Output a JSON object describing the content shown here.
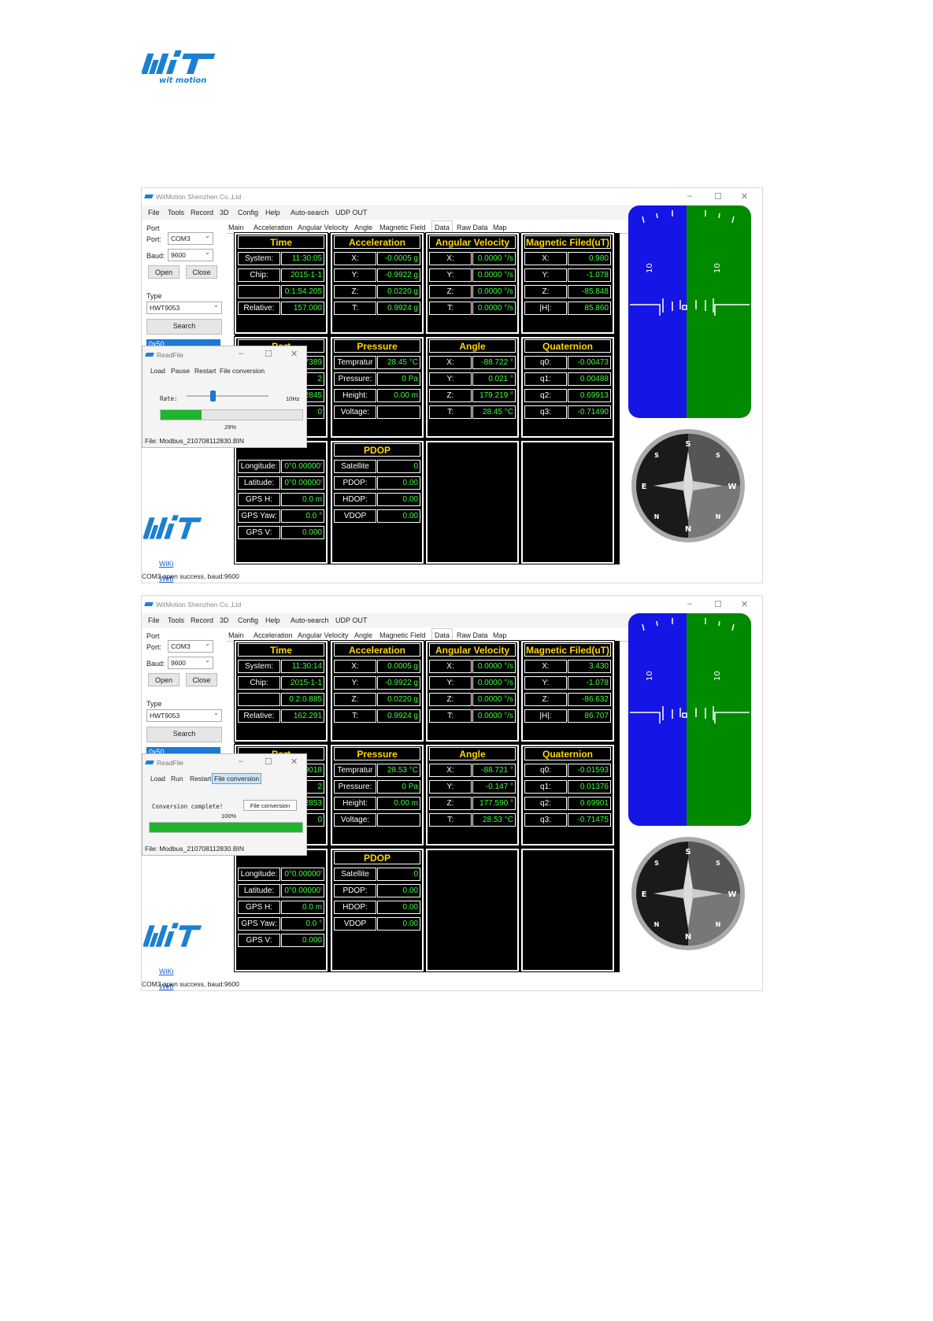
{
  "brand_caption": "wit motion",
  "screenshots": [
    {
      "title": "WitMotion Shenzhen Co.,Ltd",
      "menu": [
        "File",
        "Tools",
        "Record",
        "3D",
        "Config",
        "Help",
        "Auto-search",
        "UDP OUT"
      ],
      "port_label": "Port",
      "port_field_label": "Port:",
      "port_value": "COM3",
      "baud_label": "Baud:",
      "baud_value": "9600",
      "open_label": "Open",
      "close_label": "Close",
      "type_label": "Type",
      "type_value": "HWT9053",
      "search_label": "Search",
      "address": "0x50",
      "wiki": "WiKi",
      "web": "Web",
      "tabs": [
        "Main",
        "Acceleration",
        "Angular Velocity",
        "Angle",
        "Magnetic Field",
        "Data",
        "Raw Data",
        "Map"
      ],
      "time": {
        "title": "Time",
        "rows": [
          [
            "System:",
            "11:30:05"
          ],
          [
            "Chip:",
            "2015-1-1"
          ],
          [
            "",
            "0:1:54.205"
          ],
          [
            "Relative:",
            "157.000"
          ]
        ]
      },
      "acceleration": {
        "title": "Acceleration",
        "rows": [
          [
            "X:",
            "-0.0005 g"
          ],
          [
            "Y:",
            "-0.9922 g"
          ],
          [
            "Z:",
            "0.0220 g"
          ],
          [
            "T:",
            "0.9924 g"
          ]
        ]
      },
      "angular_velocity": {
        "title": "Angular Velocity",
        "rows": [
          [
            "X:",
            "0.0000 °/s"
          ],
          [
            "Y:",
            "0.0000 °/s"
          ],
          [
            "Z:",
            "0.0000 °/s"
          ],
          [
            "T:",
            "0.0000 °/s"
          ]
        ]
      },
      "magnetic": {
        "title": "Magnetic Filed(uT)",
        "rows": [
          [
            "X:",
            "0.980"
          ],
          [
            "Y:",
            "-1.078"
          ],
          [
            "Z:",
            "-85.848"
          ],
          [
            "|H|:",
            "85.860"
          ]
        ]
      },
      "port_panel": {
        "title": "Port",
        "rows": [
          [
            "",
            "7389"
          ],
          [
            "",
            "2"
          ],
          [
            "",
            "2845"
          ],
          [
            "",
            "0"
          ]
        ]
      },
      "pressure": {
        "title": "Pressure",
        "rows": [
          [
            "Tempratur",
            "28.45 °C"
          ],
          [
            "Pressure:",
            "0 Pa"
          ],
          [
            "Height:",
            "0.00 m"
          ],
          [
            "Voltage:",
            ""
          ]
        ]
      },
      "angle": {
        "title": "Angle",
        "rows": [
          [
            "X:",
            "-88.722 °"
          ],
          [
            "Y:",
            "0.021 °"
          ],
          [
            "Z:",
            "179.219 °"
          ],
          [
            "T:",
            "28.45 °C"
          ]
        ]
      },
      "quaternion": {
        "title": "Quaternion",
        "rows": [
          [
            "q0:",
            "-0.00473"
          ],
          [
            "q1:",
            "0.00488"
          ],
          [
            "q2:",
            "0.69913"
          ],
          [
            "q3:",
            "-0.71490"
          ]
        ]
      },
      "gps": {
        "rows": [
          [
            "Longitude:",
            "0°0.00000'"
          ],
          [
            "Latitude:",
            "0°0.00000'"
          ],
          [
            "GPS H:",
            "0.0 m"
          ],
          [
            "GPS Yaw:",
            "0.0 °"
          ],
          [
            "GPS V:",
            "0.000"
          ]
        ]
      },
      "pdop": {
        "title": "PDOP",
        "rows": [
          [
            "Satellite",
            "0"
          ],
          [
            "PDOP:",
            "0.00"
          ],
          [
            "HDOP:",
            "0.00"
          ],
          [
            "VDOP",
            "0.00"
          ]
        ]
      },
      "status": "COM3 open success, baud:9600",
      "readfile": {
        "title": "ReadFile",
        "menu": [
          "Load",
          "Pause",
          "Restart",
          "File conversion"
        ],
        "rate_label": "Rate:",
        "rate_value": "10Hz",
        "progress_text": "29%",
        "progress": 0.29,
        "file": "File:  Modbus_210708112830.BIN"
      }
    },
    {
      "title": "WitMotion Shenzhen Co.,Ltd",
      "menu": [
        "File",
        "Tools",
        "Record",
        "3D",
        "Config",
        "Help",
        "Auto-search",
        "UDP OUT"
      ],
      "port_label": "Port",
      "port_field_label": "Port:",
      "port_value": "COM3",
      "baud_label": "Baud:",
      "baud_value": "9600",
      "open_label": "Open",
      "close_label": "Close",
      "type_label": "Type",
      "type_value": "HWT9053",
      "search_label": "Search",
      "address": "0x50",
      "wiki": "WiKi",
      "web": "Web",
      "tabs": [
        "Main",
        "Acceleration",
        "Angular Velocity",
        "Angle",
        "Magnetic Field",
        "Data",
        "Raw Data",
        "Map"
      ],
      "time": {
        "title": "Time",
        "rows": [
          [
            "System:",
            "11:30:14"
          ],
          [
            "Chip:",
            "2015-1-1"
          ],
          [
            "",
            "0:2:0.885"
          ],
          [
            "Relative:",
            "162.291"
          ]
        ]
      },
      "acceleration": {
        "title": "Acceleration",
        "rows": [
          [
            "X:",
            "0.0005 g"
          ],
          [
            "Y:",
            "-0.9922 g"
          ],
          [
            "Z:",
            "0.0220 g"
          ],
          [
            "T:",
            "0.9924 g"
          ]
        ]
      },
      "angular_velocity": {
        "title": "Angular Velocity",
        "rows": [
          [
            "X:",
            "0.0000 °/s"
          ],
          [
            "Y:",
            "0.0000 °/s"
          ],
          [
            "Z:",
            "0.0000 °/s"
          ],
          [
            "T:",
            "0.0000 °/s"
          ]
        ]
      },
      "magnetic": {
        "title": "Magnetic Filed(uT)",
        "rows": [
          [
            "X:",
            "3.430"
          ],
          [
            "Y:",
            "-1.078"
          ],
          [
            "Z:",
            "-86.632"
          ],
          [
            "|H|:",
            "86.707"
          ]
        ]
      },
      "port_panel": {
        "title": "Port",
        "rows": [
          [
            "",
            "9018"
          ],
          [
            "",
            "2"
          ],
          [
            "",
            "2853"
          ],
          [
            "",
            "0"
          ]
        ]
      },
      "pressure": {
        "title": "Pressure",
        "rows": [
          [
            "Tempratur",
            "28.53 °C"
          ],
          [
            "Pressure:",
            "0 Pa"
          ],
          [
            "Height:",
            "0.00 m"
          ],
          [
            "Voltage:",
            ""
          ]
        ]
      },
      "angle": {
        "title": "Angle",
        "rows": [
          [
            "X:",
            "-88.721 °"
          ],
          [
            "Y:",
            "-0.147 °"
          ],
          [
            "Z:",
            "177.590 °"
          ],
          [
            "T:",
            "28.53 °C"
          ]
        ]
      },
      "quaternion": {
        "title": "Quaternion",
        "rows": [
          [
            "q0:",
            "-0.01593"
          ],
          [
            "q1:",
            "0.01376"
          ],
          [
            "q2:",
            "0.69901"
          ],
          [
            "q3:",
            "-0.71475"
          ]
        ]
      },
      "gps": {
        "rows": [
          [
            "Longitude:",
            "0°0.00000'"
          ],
          [
            "Latitude:",
            "0°0.00000'"
          ],
          [
            "GPS H:",
            "0.0 m"
          ],
          [
            "GPS Yaw:",
            "0.0 °"
          ],
          [
            "GPS V:",
            "0.000"
          ]
        ]
      },
      "pdop": {
        "title": "PDOP",
        "rows": [
          [
            "Satellite",
            "0"
          ],
          [
            "PDOP:",
            "0.00"
          ],
          [
            "HDOP:",
            "0.00"
          ],
          [
            "VDOP",
            "0.00"
          ]
        ]
      },
      "status": "COM3 open success, baud:9600",
      "readfile": {
        "title": "ReadFile",
        "menu": [
          "Load",
          "Run",
          "Restart",
          "File conversion"
        ],
        "complete_text": "Conversion complete!",
        "conv_button": "File conversion",
        "progress_text": "100%",
        "progress": 1.0,
        "file": "File:  Modbus_210708112830.BIN"
      }
    }
  ],
  "colors": {
    "accent": "#1e78d6",
    "panel_title": "#ffd800",
    "value": "#3cff3c",
    "sky": "#1515e6",
    "ground": "#008a00",
    "progress": "#1fb52c"
  }
}
